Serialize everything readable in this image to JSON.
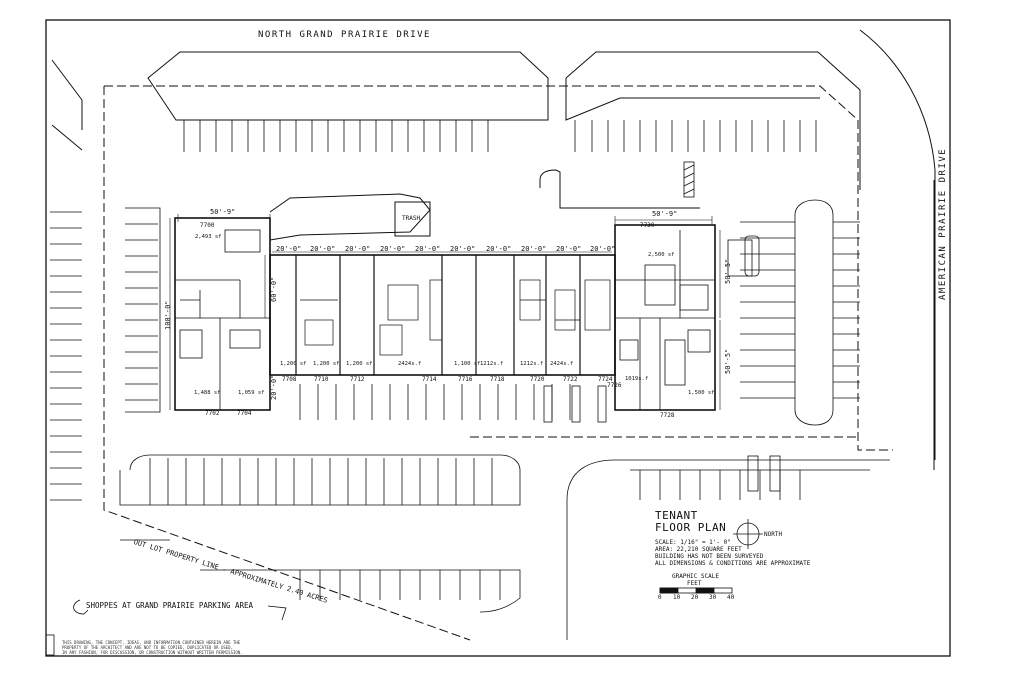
{
  "roads": {
    "north": "NORTH GRAND PRAIRIE DRIVE",
    "east": "AMERICAN PRAIRIE DRIVE"
  },
  "trash_label": "TRASH",
  "parking_area": "SHOPPES AT GRAND PRAIRIE PARKING AREA",
  "property_line": "OUT LOT PROPERTY LINE - APPROXIMATELY 2.40 ACRES",
  "dimensions": {
    "west_width": "50'-9\"",
    "east_width": "50'-9\"",
    "west_depth": "100'-0\"",
    "bay_depth": "60'-0\"",
    "front_setback": "20'-0\"",
    "bay": "20'-0\"",
    "east_depth_upper": "50'-5\"",
    "east_depth_lower": "50'-5\""
  },
  "units": [
    {
      "number": "7700",
      "area": "2,493 sf"
    },
    {
      "number": "7702",
      "area": "1,488 sf"
    },
    {
      "number": "7704",
      "area": "1,059 sf"
    },
    {
      "number": "7708",
      "area": "1,200 sf"
    },
    {
      "number": "7710",
      "area": "1,200 sf"
    },
    {
      "number": "7712",
      "area": "1,200 sf"
    },
    {
      "number": "7714",
      "area": "2424s.f"
    },
    {
      "number": "7716",
      "area": "1,100 sf"
    },
    {
      "number": "7718",
      "area": "1212s.f"
    },
    {
      "number": "7720",
      "area": "1212s.f"
    },
    {
      "number": "7722",
      "area": "2424s.f"
    },
    {
      "number": "7724",
      "area": ""
    },
    {
      "number": "7726",
      "area": "1019s.f"
    },
    {
      "number": "7728",
      "area": "1,500 sf"
    },
    {
      "number": "7730",
      "area": "2,500 sf"
    }
  ],
  "titleblock": {
    "title_line1": "TENANT",
    "title_line2": "FLOOR PLAN",
    "north": "NORTH",
    "scale": "SCALE: 1/16\" = 1'- 0\"",
    "area": "AREA: 22,210 SQUARE FEET",
    "note1": "BUILDING HAS NOT BEEN SURVEYED",
    "note2": "ALL DIMENSIONS & CONDITIONS ARE APPROXIMATE",
    "graphic_scale": "GRAPHIC SCALE",
    "feet": "FEET",
    "ticks": [
      "0",
      "10",
      "20",
      "30",
      "40"
    ]
  },
  "disclaimer": {
    "line1": "THIS DRAWING, THE CONCEPT, IDEAS, AND INFORMATION CONTAINED HEREIN ARE THE",
    "line2": "PROPERTY OF THE ARCHITECT AND ARE NOT TO BE COPIED, DUPLICATED OR USED,",
    "line3": "IN ANY FASHION, FOR DISCUSSION, OR CONSTRUCTION WITHOUT WRITTEN PERMISSION."
  }
}
